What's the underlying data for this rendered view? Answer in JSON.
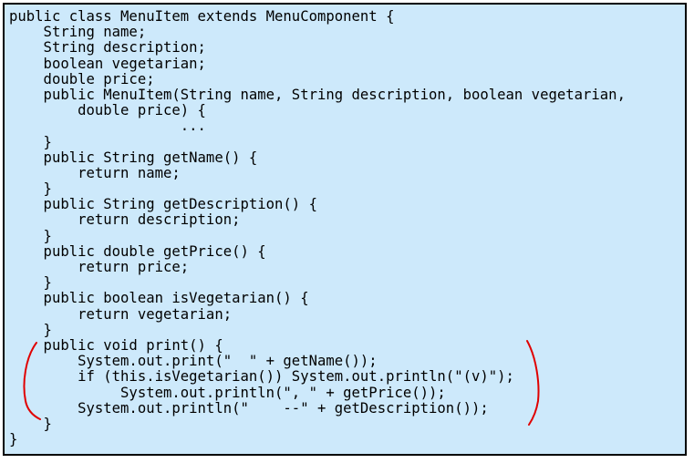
{
  "code": {
    "lines": [
      "public class MenuItem extends MenuComponent {",
      "    String name;",
      "    String description;",
      "    boolean vegetarian;",
      "    double price;",
      "    public MenuItem(String name, String description, boolean vegetarian,",
      "        double price) {",
      "                    ...",
      "    }",
      "    public String getName() {",
      "        return name;",
      "    }",
      "    public String getDescription() {",
      "        return description;",
      "    }",
      "    public double getPrice() {",
      "        return price;",
      "    }",
      "    public boolean isVegetarian() {",
      "        return vegetarian;",
      "    }",
      "    public void print() {",
      "        System.out.print(\"  \" + getName());",
      "        if (this.isVegetarian()) System.out.println(\"(v)\");",
      "             System.out.println(\", \" + getPrice());",
      "        System.out.println(\"    --\" + getDescription());",
      "    }",
      "}"
    ]
  },
  "colors": {
    "panel_background": "#cde9fb",
    "panel_border": "#000000",
    "annotation": "#e00000"
  }
}
